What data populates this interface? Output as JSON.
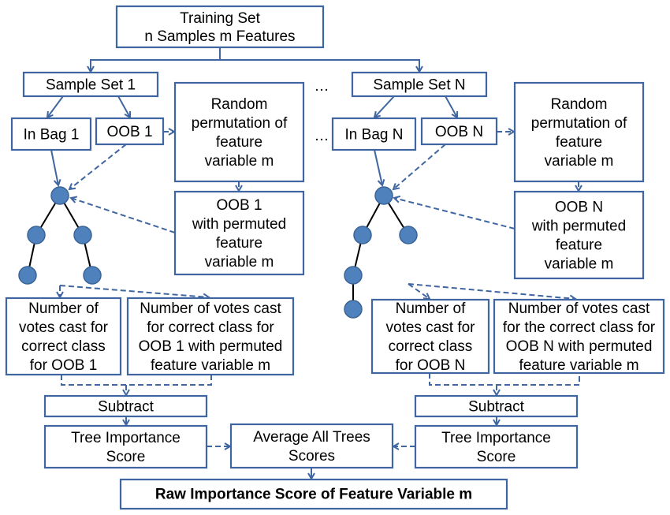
{
  "colors": {
    "box_border": "#3F66A0",
    "node_fill": "#4F81BD",
    "arrow": "#3F66A0"
  },
  "boxes": {
    "training_set": [
      "Training Set",
      "n Samples m Features"
    ],
    "sample_set_1": [
      "Sample Set 1"
    ],
    "sample_set_n": [
      "Sample Set N"
    ],
    "in_bag_1": [
      "In Bag 1"
    ],
    "oob_1": [
      "OOB 1"
    ],
    "in_bag_n": [
      "In Bag N"
    ],
    "oob_n": [
      "OOB N"
    ],
    "permutation_1": [
      "Random",
      "permutation of",
      "feature",
      "variable m"
    ],
    "permutation_n": [
      "Random",
      "permutation of",
      "feature",
      "variable m"
    ],
    "oob_permuted_1": [
      "OOB 1",
      "with permuted",
      "feature",
      "variable m"
    ],
    "oob_permuted_n": [
      "OOB N",
      "with permuted",
      "feature",
      "variable m"
    ],
    "votes_1": [
      "Number of",
      "votes cast for",
      "correct class",
      "for OOB 1"
    ],
    "votes_permuted_1": [
      "Number of votes cast",
      "for correct class for",
      "OOB 1 with permuted",
      "feature variable m"
    ],
    "votes_n": [
      "Number of",
      "votes cast for",
      "correct class",
      "for OOB N"
    ],
    "votes_permuted_n": [
      "Number of votes cast",
      "for the correct class for",
      "OOB N with permuted",
      "feature variable m"
    ],
    "subtract_1": [
      "Subtract"
    ],
    "subtract_n": [
      "Subtract"
    ],
    "tree_importance_1": [
      "Tree Importance",
      "Score"
    ],
    "average_all_trees": [
      "Average All Trees",
      "Scores"
    ],
    "tree_importance_n": [
      "Tree Importance",
      "Score"
    ],
    "raw_importance": [
      "Raw Importance Score of Feature Variable m"
    ]
  },
  "ellipsis": "…"
}
